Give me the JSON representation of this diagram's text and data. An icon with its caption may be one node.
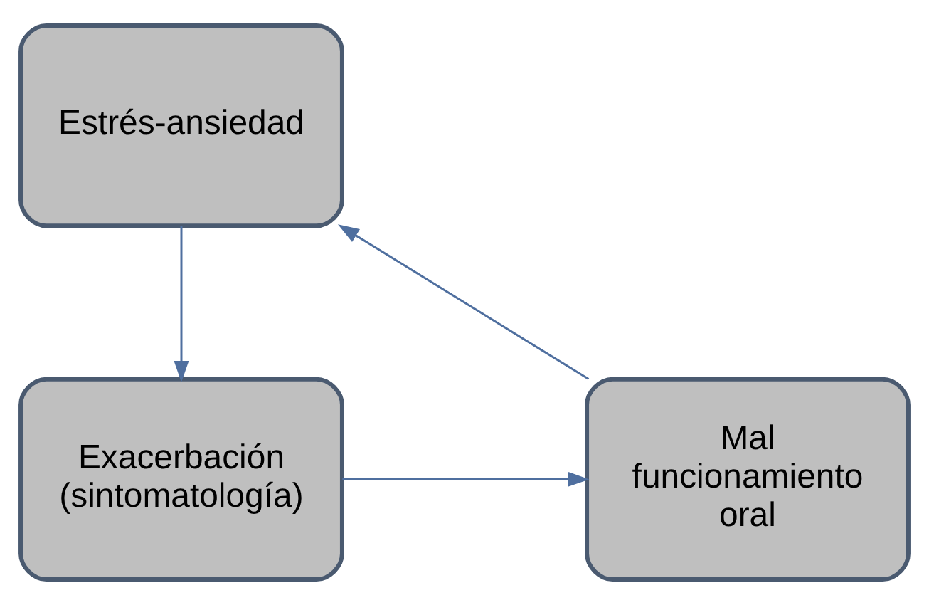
{
  "diagram": {
    "nodes": [
      {
        "text": [
          "Estrés-ansiedad"
        ]
      },
      {
        "text": [
          "Exacerbación (sintomatología)"
        ]
      },
      {
        "text": [
          "Mal funcionamiento oral"
        ]
      }
    ],
    "edges": [
      {
        "from": 0,
        "to": 1,
        "arrow": "to"
      },
      {
        "from": 1,
        "to": 2,
        "arrow": "to"
      },
      {
        "from": 2,
        "to": 0,
        "arrow": "to"
      }
    ]
  }
}
